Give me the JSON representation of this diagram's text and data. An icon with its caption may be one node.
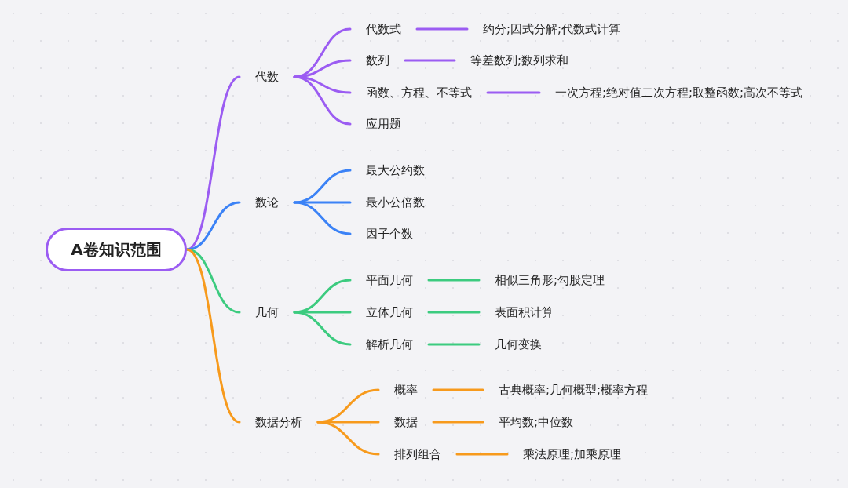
{
  "diagram": {
    "nodes": [
      {
        "text": [
          "A卷知识范围"
        ]
      },
      {
        "text": [
          "代数"
        ]
      },
      {
        "text": [
          "代数式"
        ]
      },
      {
        "text": [
          "约分;因式分解;代数式计算"
        ]
      },
      {
        "text": [
          "数列"
        ]
      },
      {
        "text": [
          "等差数列;数列求和"
        ]
      },
      {
        "text": [
          "函数、方程、不等式"
        ]
      },
      {
        "text": [
          "一次方程;绝对值二次方程;取整函数;高次不等式"
        ]
      },
      {
        "text": [
          "应用题"
        ]
      },
      {
        "text": [
          "数论"
        ]
      },
      {
        "text": [
          "最大公约数"
        ]
      },
      {
        "text": [
          "最小公倍数"
        ]
      },
      {
        "text": [
          "因子个数"
        ]
      },
      {
        "text": [
          "几何"
        ]
      },
      {
        "text": [
          "平面几何"
        ]
      },
      {
        "text": [
          "相似三角形;勾股定理"
        ]
      },
      {
        "text": [
          "立体几何"
        ]
      },
      {
        "text": [
          "表面积计算"
        ]
      },
      {
        "text": [
          "解析几何"
        ]
      },
      {
        "text": [
          "几何变换"
        ]
      },
      {
        "text": [
          "数据分析"
        ]
      },
      {
        "text": [
          "概率"
        ]
      },
      {
        "text": [
          "古典概率;几何概型;概率方程"
        ]
      },
      {
        "text": [
          "数据"
        ]
      },
      {
        "text": [
          "平均数;中位数"
        ]
      },
      {
        "text": [
          "排列组合"
        ]
      },
      {
        "text": [
          "乘法原理;加乘原理"
        ]
      }
    ],
    "edges": [
      {
        "from": 0,
        "to": 1,
        "arrow": "none",
        "color": "#9b5cf2"
      },
      {
        "from": 0,
        "to": 9,
        "arrow": "none",
        "color": "#3b82f6"
      },
      {
        "from": 0,
        "to": 13,
        "arrow": "none",
        "color": "#3ccb7f"
      },
      {
        "from": 0,
        "to": 20,
        "arrow": "none",
        "color": "#f79a1c"
      },
      {
        "from": 1,
        "to": 2,
        "arrow": "none",
        "color": "#9b5cf2"
      },
      {
        "from": 1,
        "to": 4,
        "arrow": "none",
        "color": "#9b5cf2"
      },
      {
        "from": 1,
        "to": 6,
        "arrow": "none",
        "color": "#9b5cf2"
      },
      {
        "from": 1,
        "to": 8,
        "arrow": "none",
        "color": "#9b5cf2"
      },
      {
        "from": 2,
        "to": 3,
        "arrow": "none",
        "color": "#9b5cf2"
      },
      {
        "from": 4,
        "to": 5,
        "arrow": "none",
        "color": "#9b5cf2"
      },
      {
        "from": 6,
        "to": 7,
        "arrow": "none",
        "color": "#9b5cf2"
      },
      {
        "from": 9,
        "to": 10,
        "arrow": "none",
        "color": "#3b82f6"
      },
      {
        "from": 9,
        "to": 11,
        "arrow": "none",
        "color": "#3b82f6"
      },
      {
        "from": 9,
        "to": 12,
        "arrow": "none",
        "color": "#3b82f6"
      },
      {
        "from": 13,
        "to": 14,
        "arrow": "none",
        "color": "#3ccb7f"
      },
      {
        "from": 13,
        "to": 16,
        "arrow": "none",
        "color": "#3ccb7f"
      },
      {
        "from": 13,
        "to": 18,
        "arrow": "none",
        "color": "#3ccb7f"
      },
      {
        "from": 14,
        "to": 15,
        "arrow": "none",
        "color": "#3ccb7f"
      },
      {
        "from": 16,
        "to": 17,
        "arrow": "none",
        "color": "#3ccb7f"
      },
      {
        "from": 18,
        "to": 19,
        "arrow": "none",
        "color": "#3ccb7f"
      },
      {
        "from": 20,
        "to": 21,
        "arrow": "none",
        "color": "#f79a1c"
      },
      {
        "from": 20,
        "to": 23,
        "arrow": "none",
        "color": "#f79a1c"
      },
      {
        "from": 20,
        "to": 25,
        "arrow": "none",
        "color": "#f79a1c"
      },
      {
        "from": 21,
        "to": 22,
        "arrow": "none",
        "color": "#f79a1c"
      },
      {
        "from": 23,
        "to": 24,
        "arrow": "none",
        "color": "#f79a1c"
      },
      {
        "from": 25,
        "to": 26,
        "arrow": "none",
        "color": "#f79a1c"
      }
    ]
  }
}
